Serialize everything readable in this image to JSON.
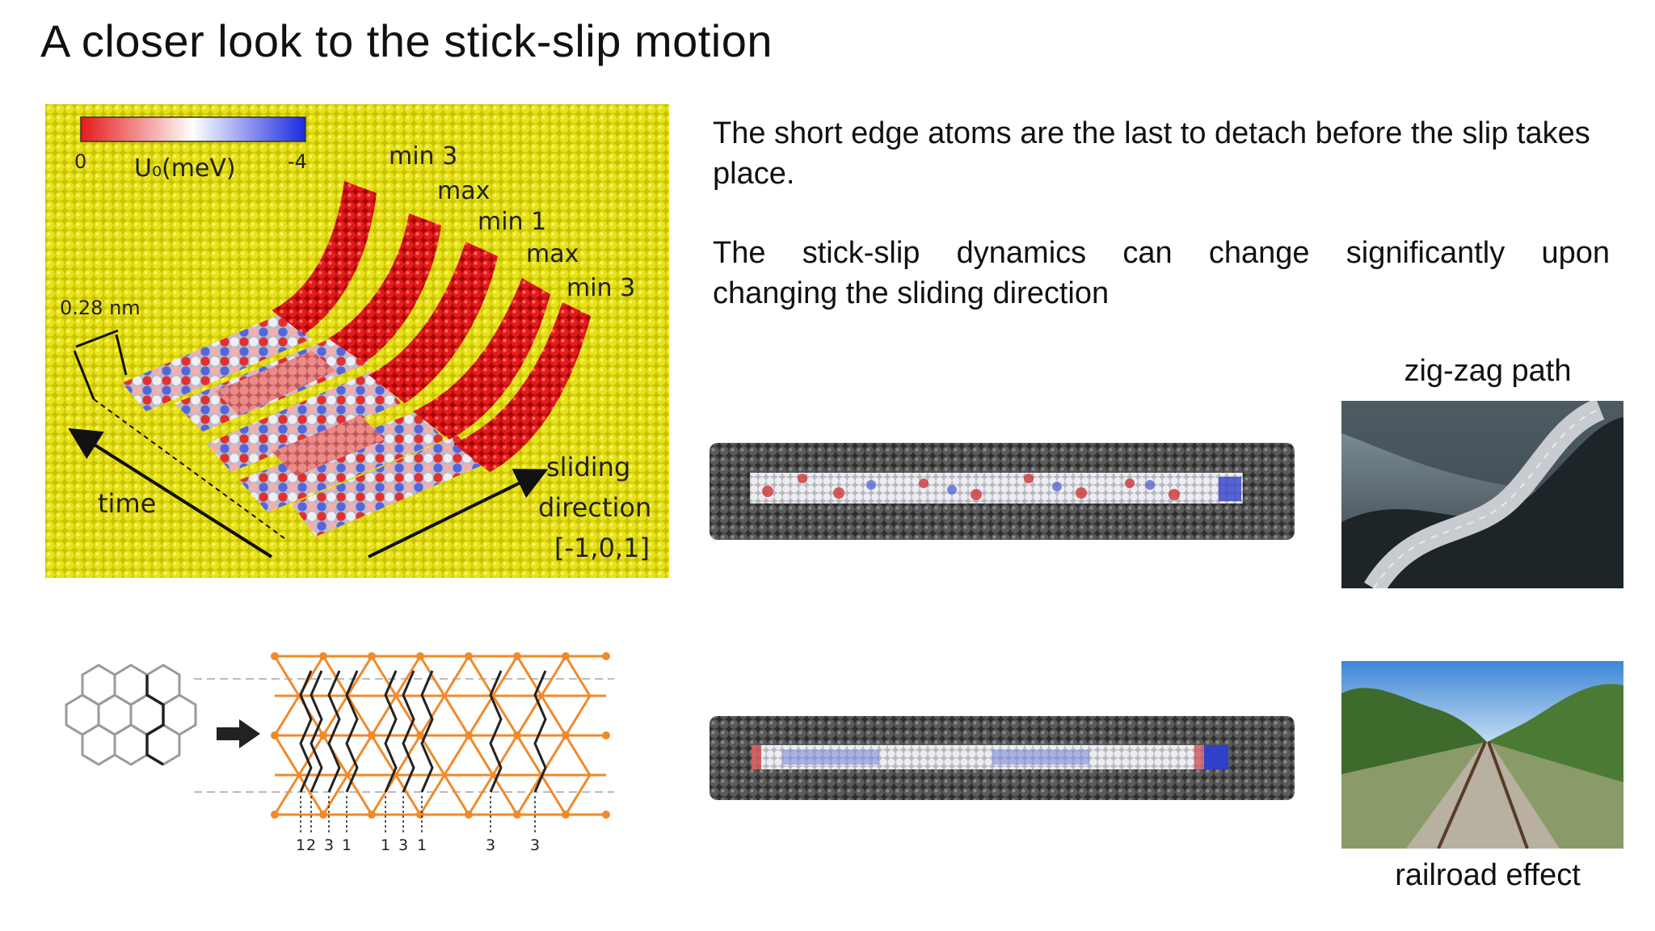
{
  "slide": {
    "title": "A closer look to the stick-slip motion",
    "paragraph1": "The short edge atoms are the last to detach before the slip takes place.",
    "paragraph2_line1": "The stick-slip dynamics can change significantly upon",
    "paragraph2_line2": "changing the sliding direction"
  },
  "figure_stickslip": {
    "colorbar_label": "U₀(meV)",
    "colorbar_min": "0",
    "colorbar_max": "-4",
    "labels": [
      "min 3",
      "max",
      "min 1",
      "max",
      "min 3"
    ],
    "scale_label": "0.28 nm",
    "time_label": "time",
    "sliding_label_1": "sliding",
    "sliding_label_2": "direction",
    "sliding_label_3": "[-1,0,1]",
    "colors": {
      "background": "#d9d400",
      "high": "#e02020",
      "low": "#2030d0"
    }
  },
  "figure_lattice": {
    "indices": [
      "1",
      "2",
      "3",
      "1",
      "1",
      "3",
      "1",
      "3",
      "3"
    ],
    "colors": {
      "lattice": "#f08a2a",
      "hex": "#999999",
      "chain": "#222222"
    }
  },
  "captions": {
    "zigzag": "zig-zag path",
    "railroad": "railroad effect"
  },
  "icons": {
    "arrow": "right-arrow-icon"
  }
}
